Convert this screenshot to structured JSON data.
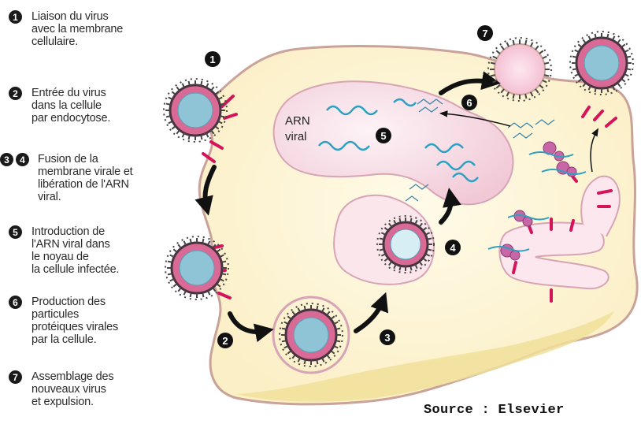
{
  "legend": [
    {
      "badges": [
        "1"
      ],
      "text": "Liaison du virus\navec la membrane\ncellulaire."
    },
    {
      "badges": [
        "2"
      ],
      "text": "Entrée du virus\ndans la cellule\npar endocytose."
    },
    {
      "badges": [
        "3",
        "4"
      ],
      "text": "Fusion de la\nmembrane virale et\nlibération de l'ARN\nviral."
    },
    {
      "badges": [
        "5"
      ],
      "text": "Introduction de\nl'ARN viral dans\nle noyau de\nla cellule infectée."
    },
    {
      "badges": [
        "6"
      ],
      "text": "Production des\nparticules\nprotéiques virales\npar la cellule."
    },
    {
      "badges": [
        "7"
      ],
      "text": "Assemblage des\nnouveaux virus\net expulsion."
    }
  ],
  "diagram": {
    "rna_label_line1": "ARN",
    "rna_label_line2": "viral",
    "step_markers": [
      "1",
      "2",
      "3",
      "4",
      "5",
      "6",
      "7"
    ]
  },
  "source": "Source : Elsevier",
  "colors": {
    "cell": "#fdf6d8",
    "cell_border": "#c9a39a",
    "nucleus": "#f7dfe6",
    "virus_core": "#8fc3d6",
    "virus_envelope": "#d86a95",
    "spike": "#444444",
    "receptor": "#d4145a",
    "rna": "#2ba0c2",
    "arrow": "#111111",
    "sediment": "#f2e4a4"
  }
}
